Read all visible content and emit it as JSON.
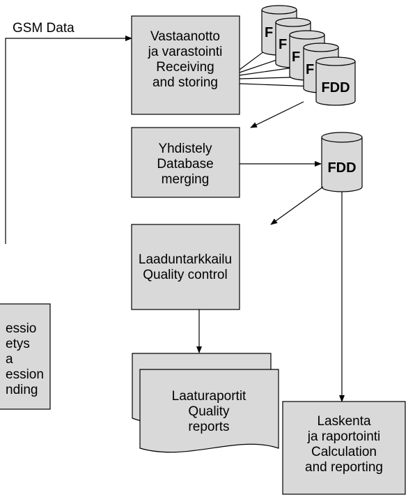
{
  "colors": {
    "box_fill": "#d9d9d9",
    "stroke": "#000000",
    "background": "#ffffff"
  },
  "input_label": "GSM Data",
  "receiving_box": [
    "Vastaanotto",
    "ja varastointi",
    "Receiving",
    "and storing"
  ],
  "partial_db_label": "F",
  "stacked_db_label": "FDD",
  "merging_box": [
    "Yhdistely",
    "Database",
    "merging"
  ],
  "merged_db_label": "FDD",
  "quality_box": [
    "Laaduntarkkailu",
    "Quality control"
  ],
  "reports_doc": [
    "Laaturaportit",
    "Quality",
    "reports"
  ],
  "regression_box": [
    "essio",
    "etys",
    "a",
    "ession",
    "nding"
  ],
  "calculation_box": [
    "Laskenta",
    "ja raportointi",
    "Calculation",
    "and reporting"
  ]
}
